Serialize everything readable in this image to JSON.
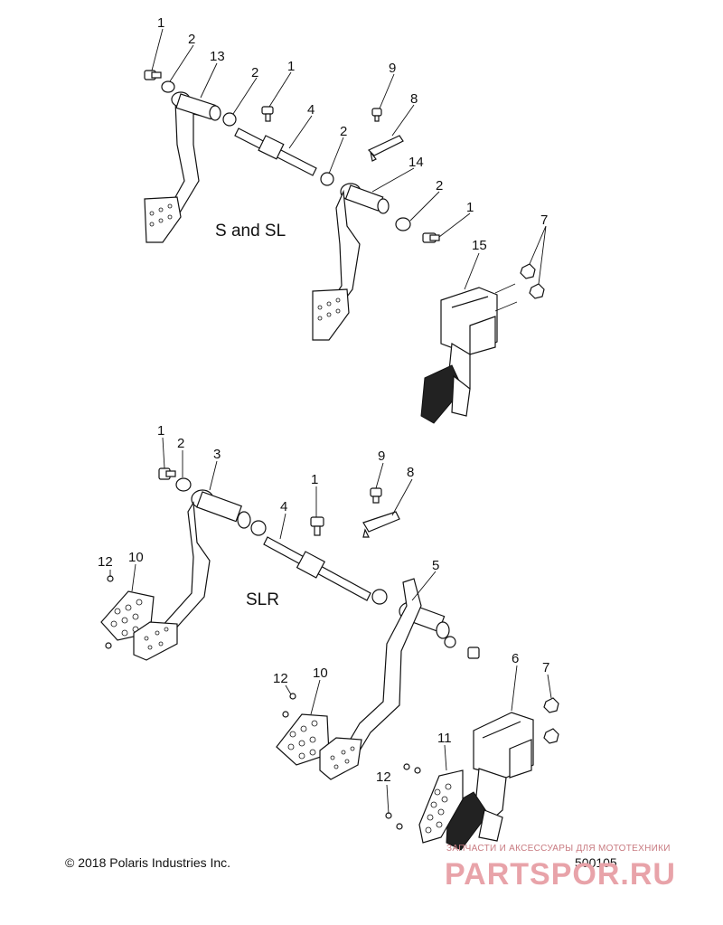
{
  "diagram": {
    "section_top_label": "S and SL",
    "section_bottom_label": "SLR",
    "callouts_top": [
      "1",
      "2",
      "13",
      "2",
      "1",
      "4",
      "9",
      "8",
      "2",
      "14",
      "2",
      "1",
      "15",
      "7"
    ],
    "callouts_bottom": [
      "1",
      "2",
      "3",
      "4",
      "1",
      "9",
      "8",
      "12",
      "10",
      "5",
      "12",
      "10",
      "6",
      "7",
      "11",
      "12"
    ]
  },
  "footer": {
    "copyright": "© 2018 Polaris Industries Inc.",
    "diagram_number": "500105"
  },
  "watermark": {
    "tagline": "ЗАПЧАСТИ И АКСЕССУАРЫ ДЛЯ МОТОТЕХНИКИ",
    "brand": "PARTSPOR.RU"
  }
}
